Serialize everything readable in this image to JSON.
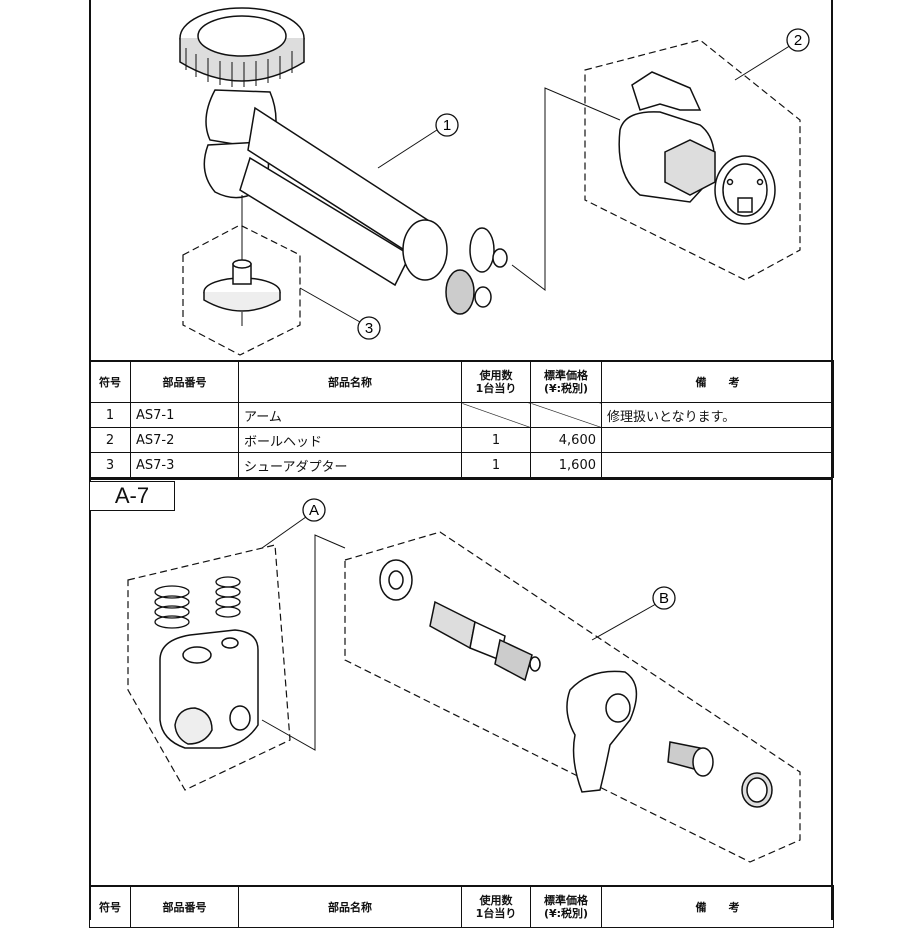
{
  "table1": {
    "headers": {
      "symbol": "符号",
      "part_number": "部品番号",
      "part_name": "部品名称",
      "qty_line1": "使用数",
      "qty_line2": "1台当り",
      "price_line1": "標準価格",
      "price_line2": "(¥:税別)",
      "remarks": "備　　考"
    },
    "rows": [
      {
        "symbol": "1",
        "part_number": "AS7-1",
        "part_name": "アーム",
        "qty": "",
        "price": "",
        "remarks": "修理扱いとなります。"
      },
      {
        "symbol": "2",
        "part_number": "AS7-2",
        "part_name": "ボールヘッド",
        "qty": "1",
        "price": "4,600",
        "remarks": ""
      },
      {
        "symbol": "3",
        "part_number": "AS7-3",
        "part_name": "シューアダプター",
        "qty": "1",
        "price": "1,600",
        "remarks": ""
      }
    ]
  },
  "section": {
    "label": "A-7"
  },
  "callouts": {
    "c1": "1",
    "c2": "2",
    "c3": "3",
    "ca": "A",
    "cb": "B"
  },
  "table2": {
    "headers": {
      "symbol": "符号",
      "part_number": "部品番号",
      "part_name": "部品名称",
      "qty_line1": "使用数",
      "qty_line2": "1台当り",
      "price_line1": "標準価格",
      "price_line2": "(¥:税別)",
      "remarks": "備　　考"
    }
  }
}
